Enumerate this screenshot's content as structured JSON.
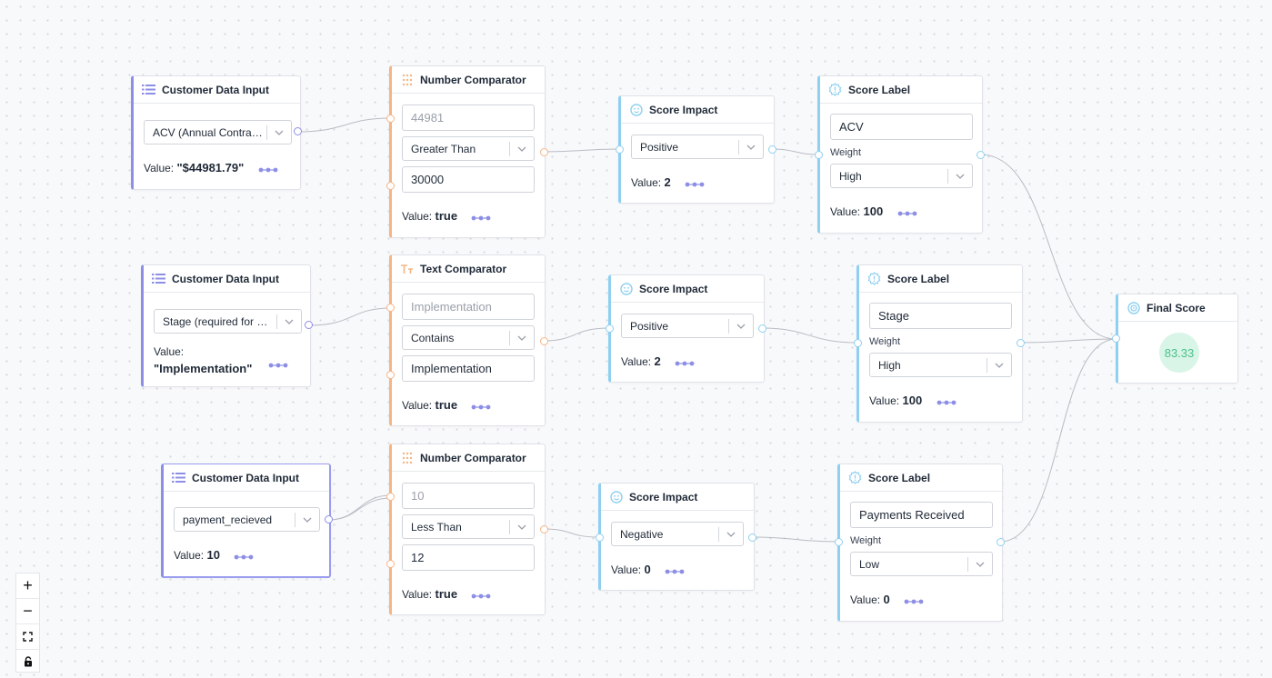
{
  "nodes": {
    "cdi1": {
      "title": "Customer Data Input",
      "select": "ACV (Annual Contract Revenue)",
      "value_label": "Value:",
      "value": "\"$44981.79\""
    },
    "cdi2": {
      "title": "Customer Data Input",
      "select": "Stage (required for customer)",
      "value_label": "Value:",
      "value": "\"Implementation\""
    },
    "cdi3": {
      "title": "Customer Data Input",
      "select": "payment_recieved",
      "value_label": "Value:",
      "value": "10"
    },
    "nc1": {
      "title": "Number Comparator",
      "input_placeholder": "44981",
      "operator": "Greater Than",
      "compare_value": "30000",
      "value_label": "Value:",
      "value": "true"
    },
    "tc1": {
      "title": "Text Comparator",
      "input_placeholder": "Implementation",
      "operator": "Contains",
      "compare_value": "Implementation",
      "value_label": "Value:",
      "value": "true"
    },
    "nc2": {
      "title": "Number Comparator",
      "input_placeholder": "10",
      "operator": "Less Than",
      "compare_value": "12",
      "value_label": "Value:",
      "value": "true"
    },
    "si1": {
      "title": "Score Impact",
      "impact": "Positive",
      "value_label": "Value:",
      "value": "2"
    },
    "si2": {
      "title": "Score Impact",
      "impact": "Positive",
      "value_label": "Value:",
      "value": "2"
    },
    "si3": {
      "title": "Score Impact",
      "impact": "Negative",
      "value_label": "Value:",
      "value": "0"
    },
    "sl1": {
      "title": "Score Label",
      "label": "ACV",
      "weight_label": "Weight",
      "weight": "High",
      "value_label": "Value:",
      "value": "100"
    },
    "sl2": {
      "title": "Score Label",
      "label": "Stage",
      "weight_label": "Weight",
      "weight": "High",
      "value_label": "Value:",
      "value": "100"
    },
    "sl3": {
      "title": "Score Label",
      "label": "Payments Received",
      "weight_label": "Weight",
      "weight": "Low",
      "value_label": "Value:",
      "value": "0"
    },
    "final": {
      "title": "Final Score",
      "score": "83.33"
    }
  },
  "controls": {
    "zoom_in": "+",
    "zoom_out": "−"
  },
  "colors": {
    "purple": "#8d8fe6",
    "orange": "#f5b584",
    "blue": "#8fd0f0",
    "score_green": "#4cc08a",
    "score_bg": "#d9f5e7"
  },
  "icons": [
    "list-icon",
    "dots-grid-icon",
    "text-type-icon",
    "smiley-icon",
    "alert-badge-icon",
    "target-icon",
    "chevron-down-icon",
    "more-dots-icon",
    "plus-icon",
    "minus-icon",
    "fit-view-icon",
    "lock-icon"
  ]
}
